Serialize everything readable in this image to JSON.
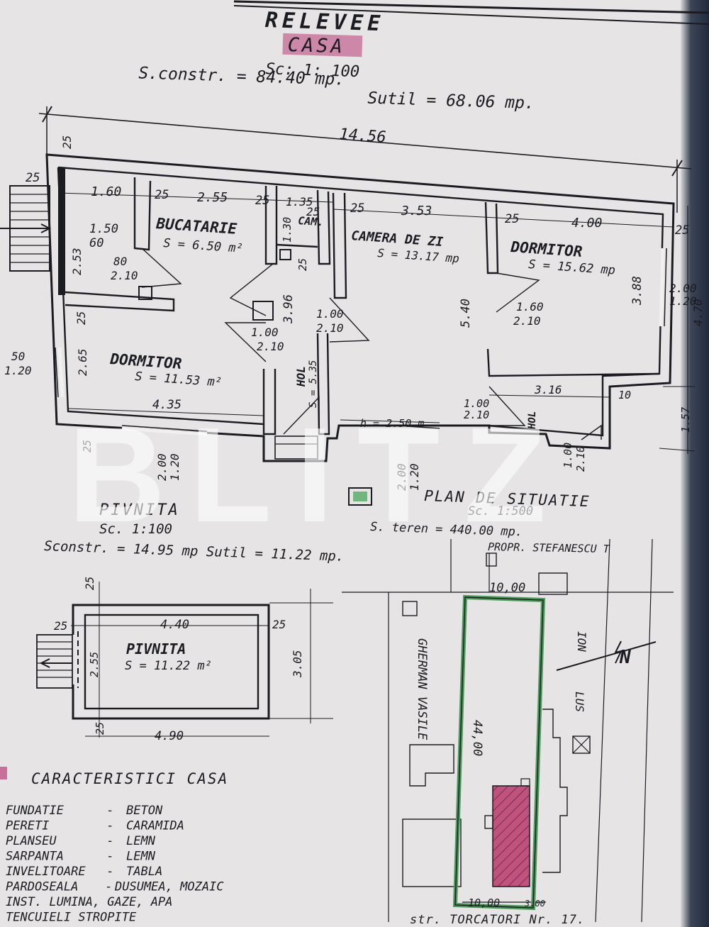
{
  "header": {
    "title": "RELEVEE",
    "subtitle": "CASA",
    "scale": "Sc: 1: 100",
    "area_line_a": "S.constr. = 84.40 mp.",
    "area_line_b": "Sutil = 68.06 mp."
  },
  "house_plan": {
    "overall_width": "14.56",
    "rooms": [
      {
        "name": "BUCATARIE",
        "area": "S = 6.50 m²"
      },
      {
        "name": "CAMERA DE ZI",
        "area": "S = 13.17 mp"
      },
      {
        "name": "DORMITOR",
        "area": "S = 15.62 mp"
      },
      {
        "name": "DORMITOR",
        "area": "S = 11.53 m²"
      },
      {
        "name": "HOL",
        "area": "S = 5.35"
      },
      {
        "name": "CAM.",
        "area": ""
      },
      {
        "name": "HOL",
        "area": ""
      }
    ],
    "dimensions": {
      "d_25a": "25",
      "d_160": "1.60",
      "d_25b": "25",
      "d_255": "2.55",
      "d_25c": "25",
      "d_135": "1.35",
      "d_25d": "25",
      "d_353": "3.53",
      "d_25e": "25",
      "d_400": "4.00",
      "d_25f": "25",
      "d_25g": "25",
      "d_150": "1.50",
      "d_60": "60",
      "d_253": "2.53",
      "d_80": "80",
      "d_210a": "2.10",
      "d_130": "1.30",
      "d_25h": "25",
      "d_396": "3.96",
      "d_100a": "1.00",
      "d_210b": "2.10",
      "d_100b": "1.00",
      "d_210c": "2.10",
      "d_540": "5.40",
      "d_160b": "1.60",
      "d_210d": "2.10",
      "d_388": "3.88",
      "d_200a": "2.00",
      "d_120a": "1.20",
      "d_470": "4.70",
      "d_25i": "25",
      "d_265": "2.65",
      "d_50": "50",
      "d_120b": "1.20",
      "d_435": "4.35",
      "d_316": "3.16",
      "d_10": "10",
      "d_100c": "1.00",
      "d_210e": "2.10",
      "d_157": "1.57",
      "d_h250": "h = 2.50 m",
      "d_25j": "25",
      "d_200b": "2.00",
      "d_120c": "1.20",
      "d_200c": "2.00",
      "d_120d": "1.20",
      "d_100d": "1.00",
      "d_210f": "2.10",
      "stair_25": "25"
    }
  },
  "basement_plan": {
    "title": "PIVNITA",
    "scale": "Sc. 1:100",
    "areas": "Sconstr. = 14.95 mp  Sutil = 11.22 mp.",
    "room_name": "PIVNITA",
    "room_area": "S = 11.22 m²",
    "dims": {
      "top25": "25",
      "left25": "25",
      "w440": "4.40",
      "right25": "25",
      "h255": "2.55",
      "h305": "3.05",
      "bot25": "25",
      "w490": "4.90"
    }
  },
  "site_plan": {
    "title": "PLAN DE SITUATIE",
    "scale": "Sc. 1:500",
    "area": "S. teren = 440.00 mp.",
    "neighbor_top": "PROPR. STEFANESCU T",
    "neighbor_left": "GHERMAN VASILE",
    "neighbor_right_a": "ION",
    "neighbor_right_b": "LUS",
    "street": "str. TORCATORI Nr. 17.",
    "width_top": "10,00",
    "length": "44,00",
    "width_bottom": "10,00",
    "setback": "3.00",
    "north": "N"
  },
  "characteristics": {
    "title": "CARACTERISTICI CASA",
    "items": [
      {
        "label": "FUNDATIE",
        "value": "BETON"
      },
      {
        "label": "PERETI",
        "value": "CARAMIDA"
      },
      {
        "label": "PLANSEU",
        "value": "LEMN"
      },
      {
        "label": "SARPANTA",
        "value": "LEMN"
      },
      {
        "label": "INVELITOARE",
        "value": "TABLA"
      },
      {
        "label": "PARDOSEALA",
        "value": "DUSUMEA, MOZAIC"
      },
      {
        "label": "INST. LUMINA, GAZE, APA",
        "value": ""
      },
      {
        "label": "TENCUIELI STROPITE",
        "value": ""
      }
    ]
  },
  "watermark": "BLITZ",
  "colors": {
    "paper": "#e6e4e4",
    "ink": "#1b1b22",
    "highlight": "#c7709a",
    "lot": "#4b9a5a",
    "house": "#b83a6c"
  }
}
